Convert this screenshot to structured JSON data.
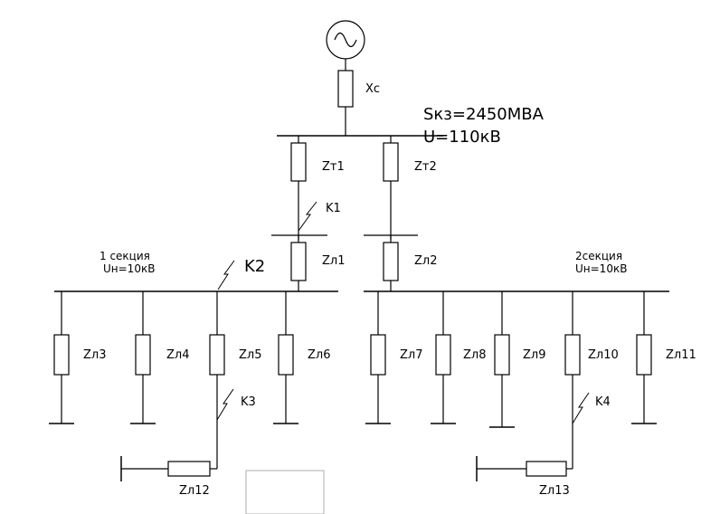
{
  "system": {
    "source_reactance": "Xc",
    "short_circuit_power": "Sкз=2450МВА",
    "hv_voltage": "U=110кВ"
  },
  "transformers": [
    "Zт1",
    "Zт2"
  ],
  "faults": [
    "K1",
    "K2",
    "K3",
    "K4"
  ],
  "sections": {
    "left_title": "1 секция",
    "left_voltage": "Uн=10кВ",
    "right_title": "2секция",
    "right_voltage": "Uн=10кВ"
  },
  "lines": {
    "zl1": "Zл1",
    "zl2": "Zл2",
    "zl3": "Zл3",
    "zl4": "Zл4",
    "zl5": "Zл5",
    "zl6": "Zл6",
    "zl7": "Zл7",
    "zl8": "Zл8",
    "zl9": "Zл9",
    "zl10": "Zл10",
    "zl11": "Zл11",
    "zl12": "Zл12",
    "zl13": "Zл13"
  }
}
